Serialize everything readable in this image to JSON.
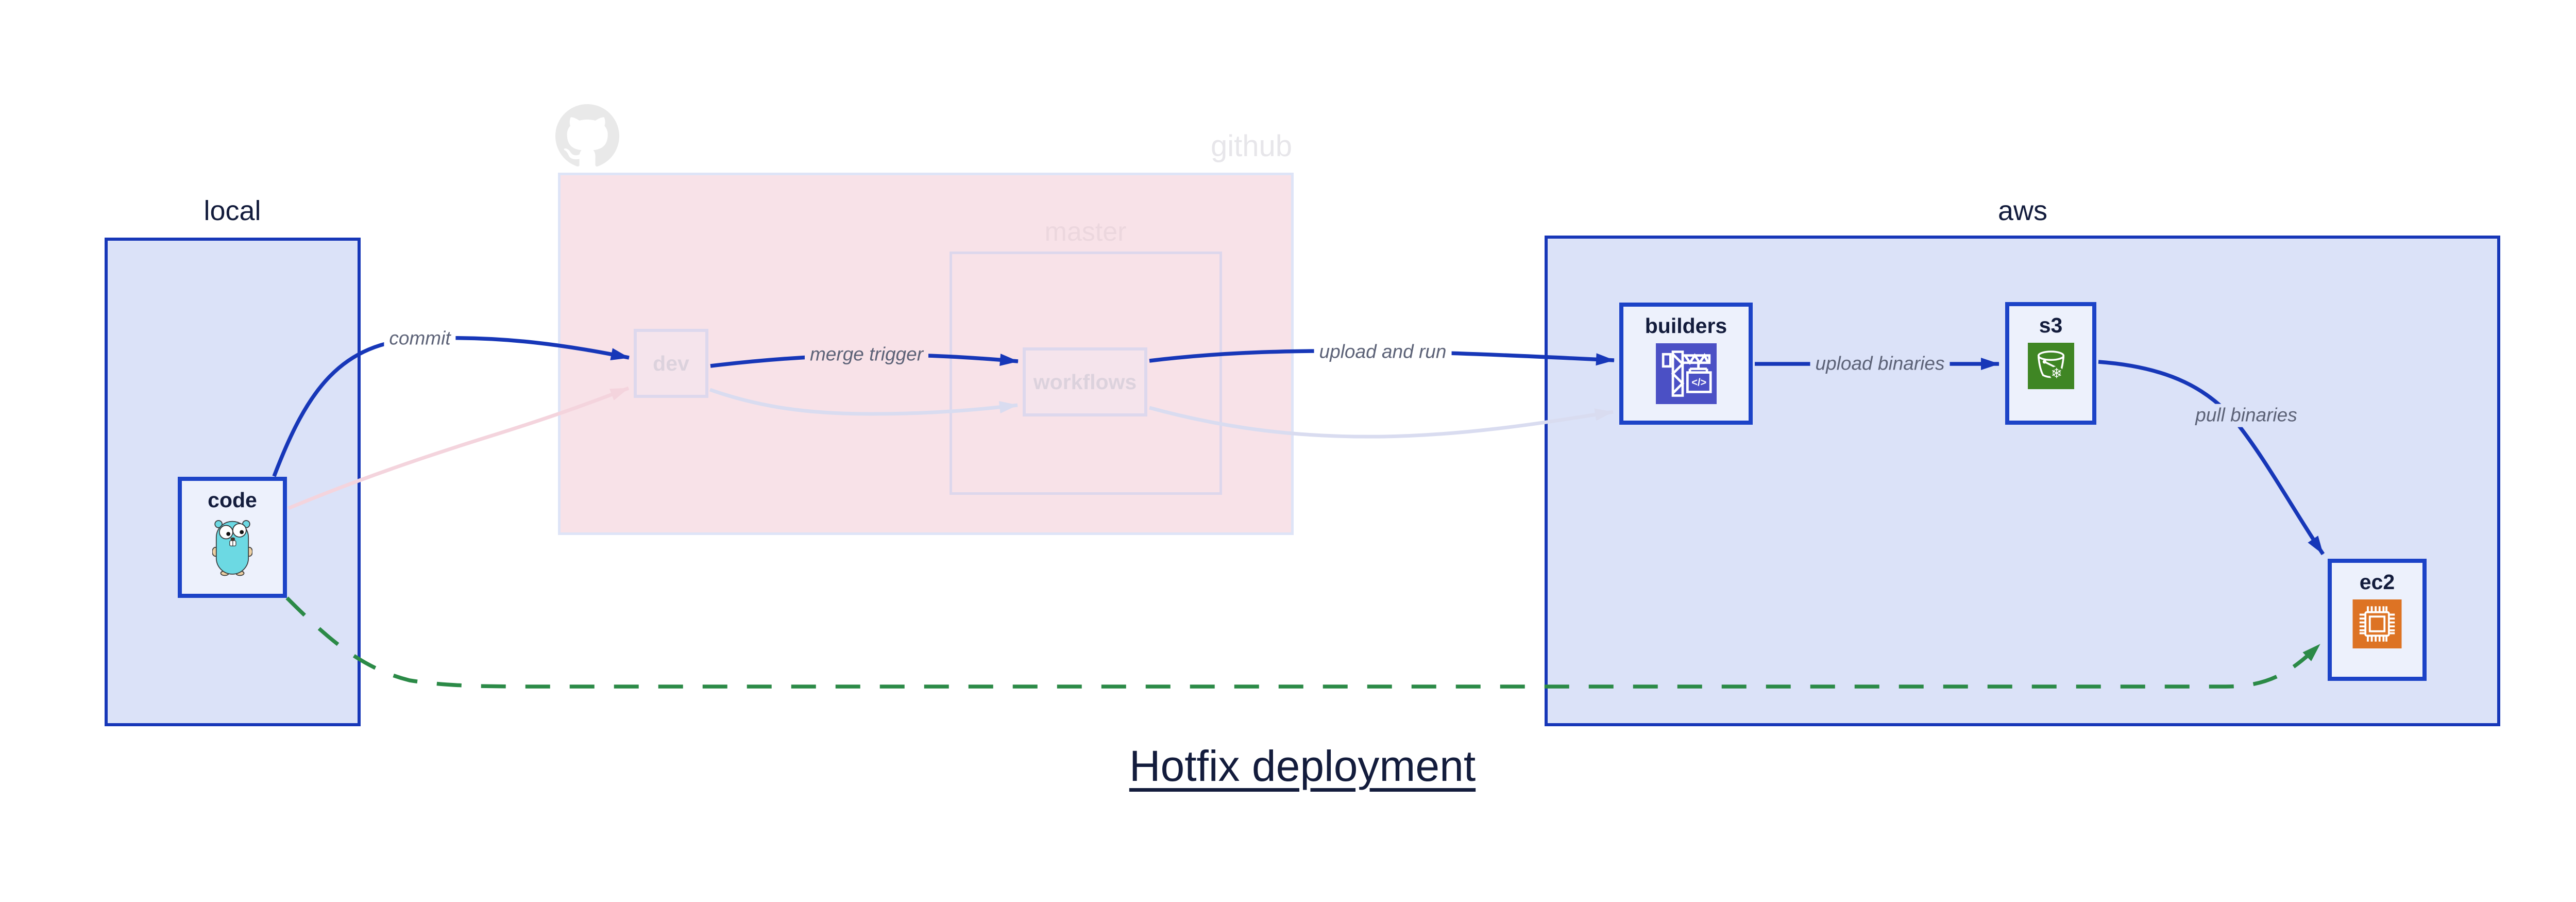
{
  "title": "Hotfix deployment",
  "containers": {
    "local": {
      "label": "local"
    },
    "github": {
      "label": "github"
    },
    "master": {
      "label": "master"
    },
    "aws": {
      "label": "aws"
    }
  },
  "nodes": {
    "code": {
      "label": "code",
      "icon": "go-gopher-icon"
    },
    "dev": {
      "label": "dev"
    },
    "workflows": {
      "label": "workflows"
    },
    "builders": {
      "label": "builders",
      "icon": "codebuild-crane-icon"
    },
    "s3": {
      "label": "s3",
      "icon": "s3-glacier-bucket-icon"
    },
    "ec2": {
      "label": "ec2",
      "icon": "ec2-chip-icon"
    }
  },
  "edges": {
    "commit": "commit",
    "merge_trigger": "merge trigger",
    "upload_and_run": "upload and run",
    "upload_binaries": "upload binaries",
    "pull_binaries": "pull binaries"
  },
  "icons": {
    "codebuild_code_glyph": "</>",
    "s3_snowflake_glyph": "❄"
  },
  "colors": {
    "edge_blue": "#1737b8",
    "node_border_blue": "#1c43c7",
    "container_fill": "#dbe2f8",
    "github_fill": "#f8e2e8",
    "faded_pink_edge": "#f4d4dd",
    "faded_lavender_edge": "#d9dcf0",
    "hotfix_green": "#2b8a47",
    "navy_text": "#131c3c",
    "edge_label_gray": "#5c6277",
    "codebuild_icon_bg": "#4b50c5",
    "s3_icon_bg": "#3f8624",
    "ec2_icon_bg": "#dd7324",
    "gopher_teal": "#6cd9e3"
  }
}
